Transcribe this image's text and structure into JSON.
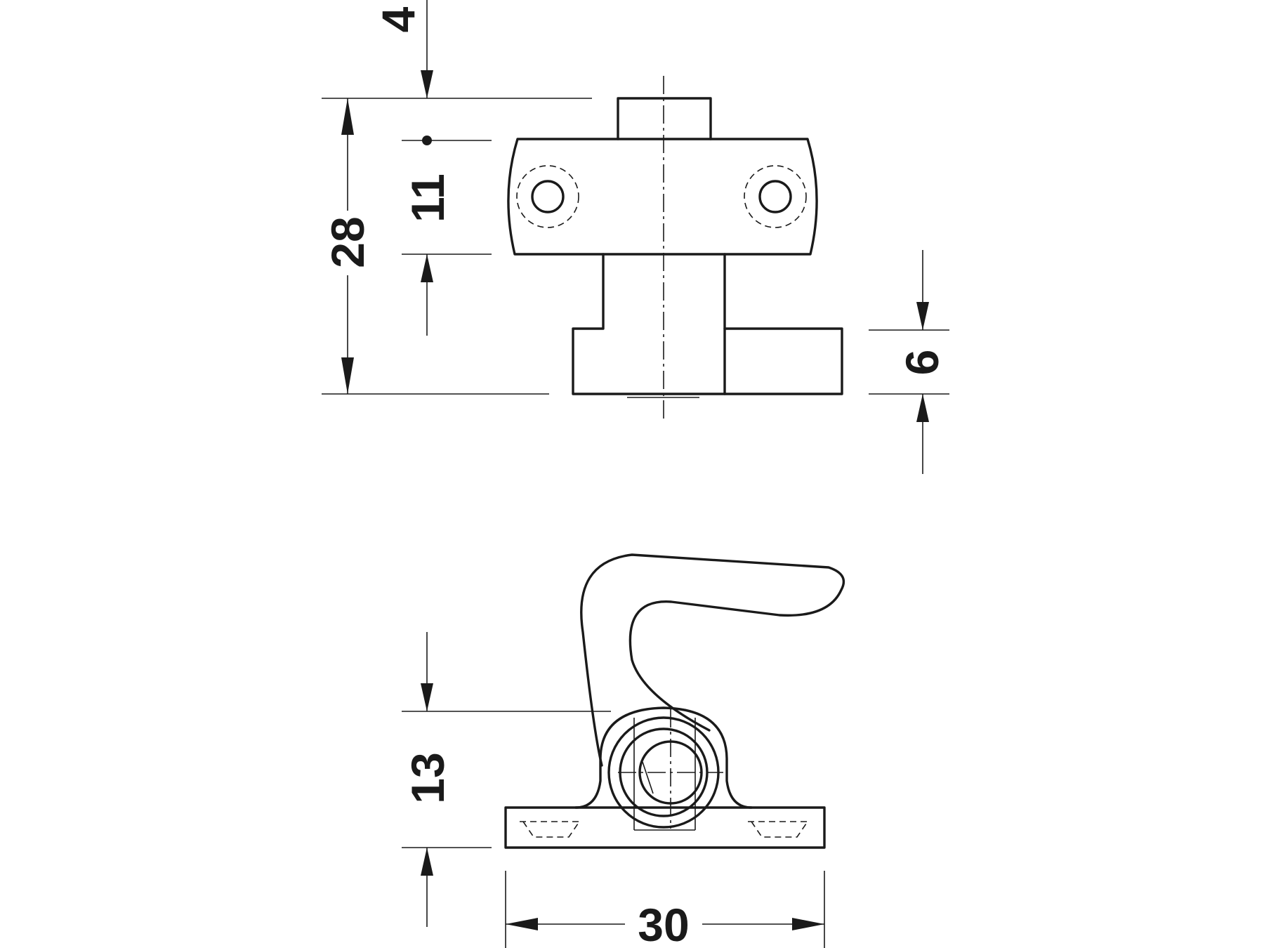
{
  "dimensions": {
    "top_offset": "4",
    "overall_height": "28",
    "bracket_height": "11",
    "base_thickness": "6",
    "pivot_height": "13",
    "overall_width": "30"
  }
}
